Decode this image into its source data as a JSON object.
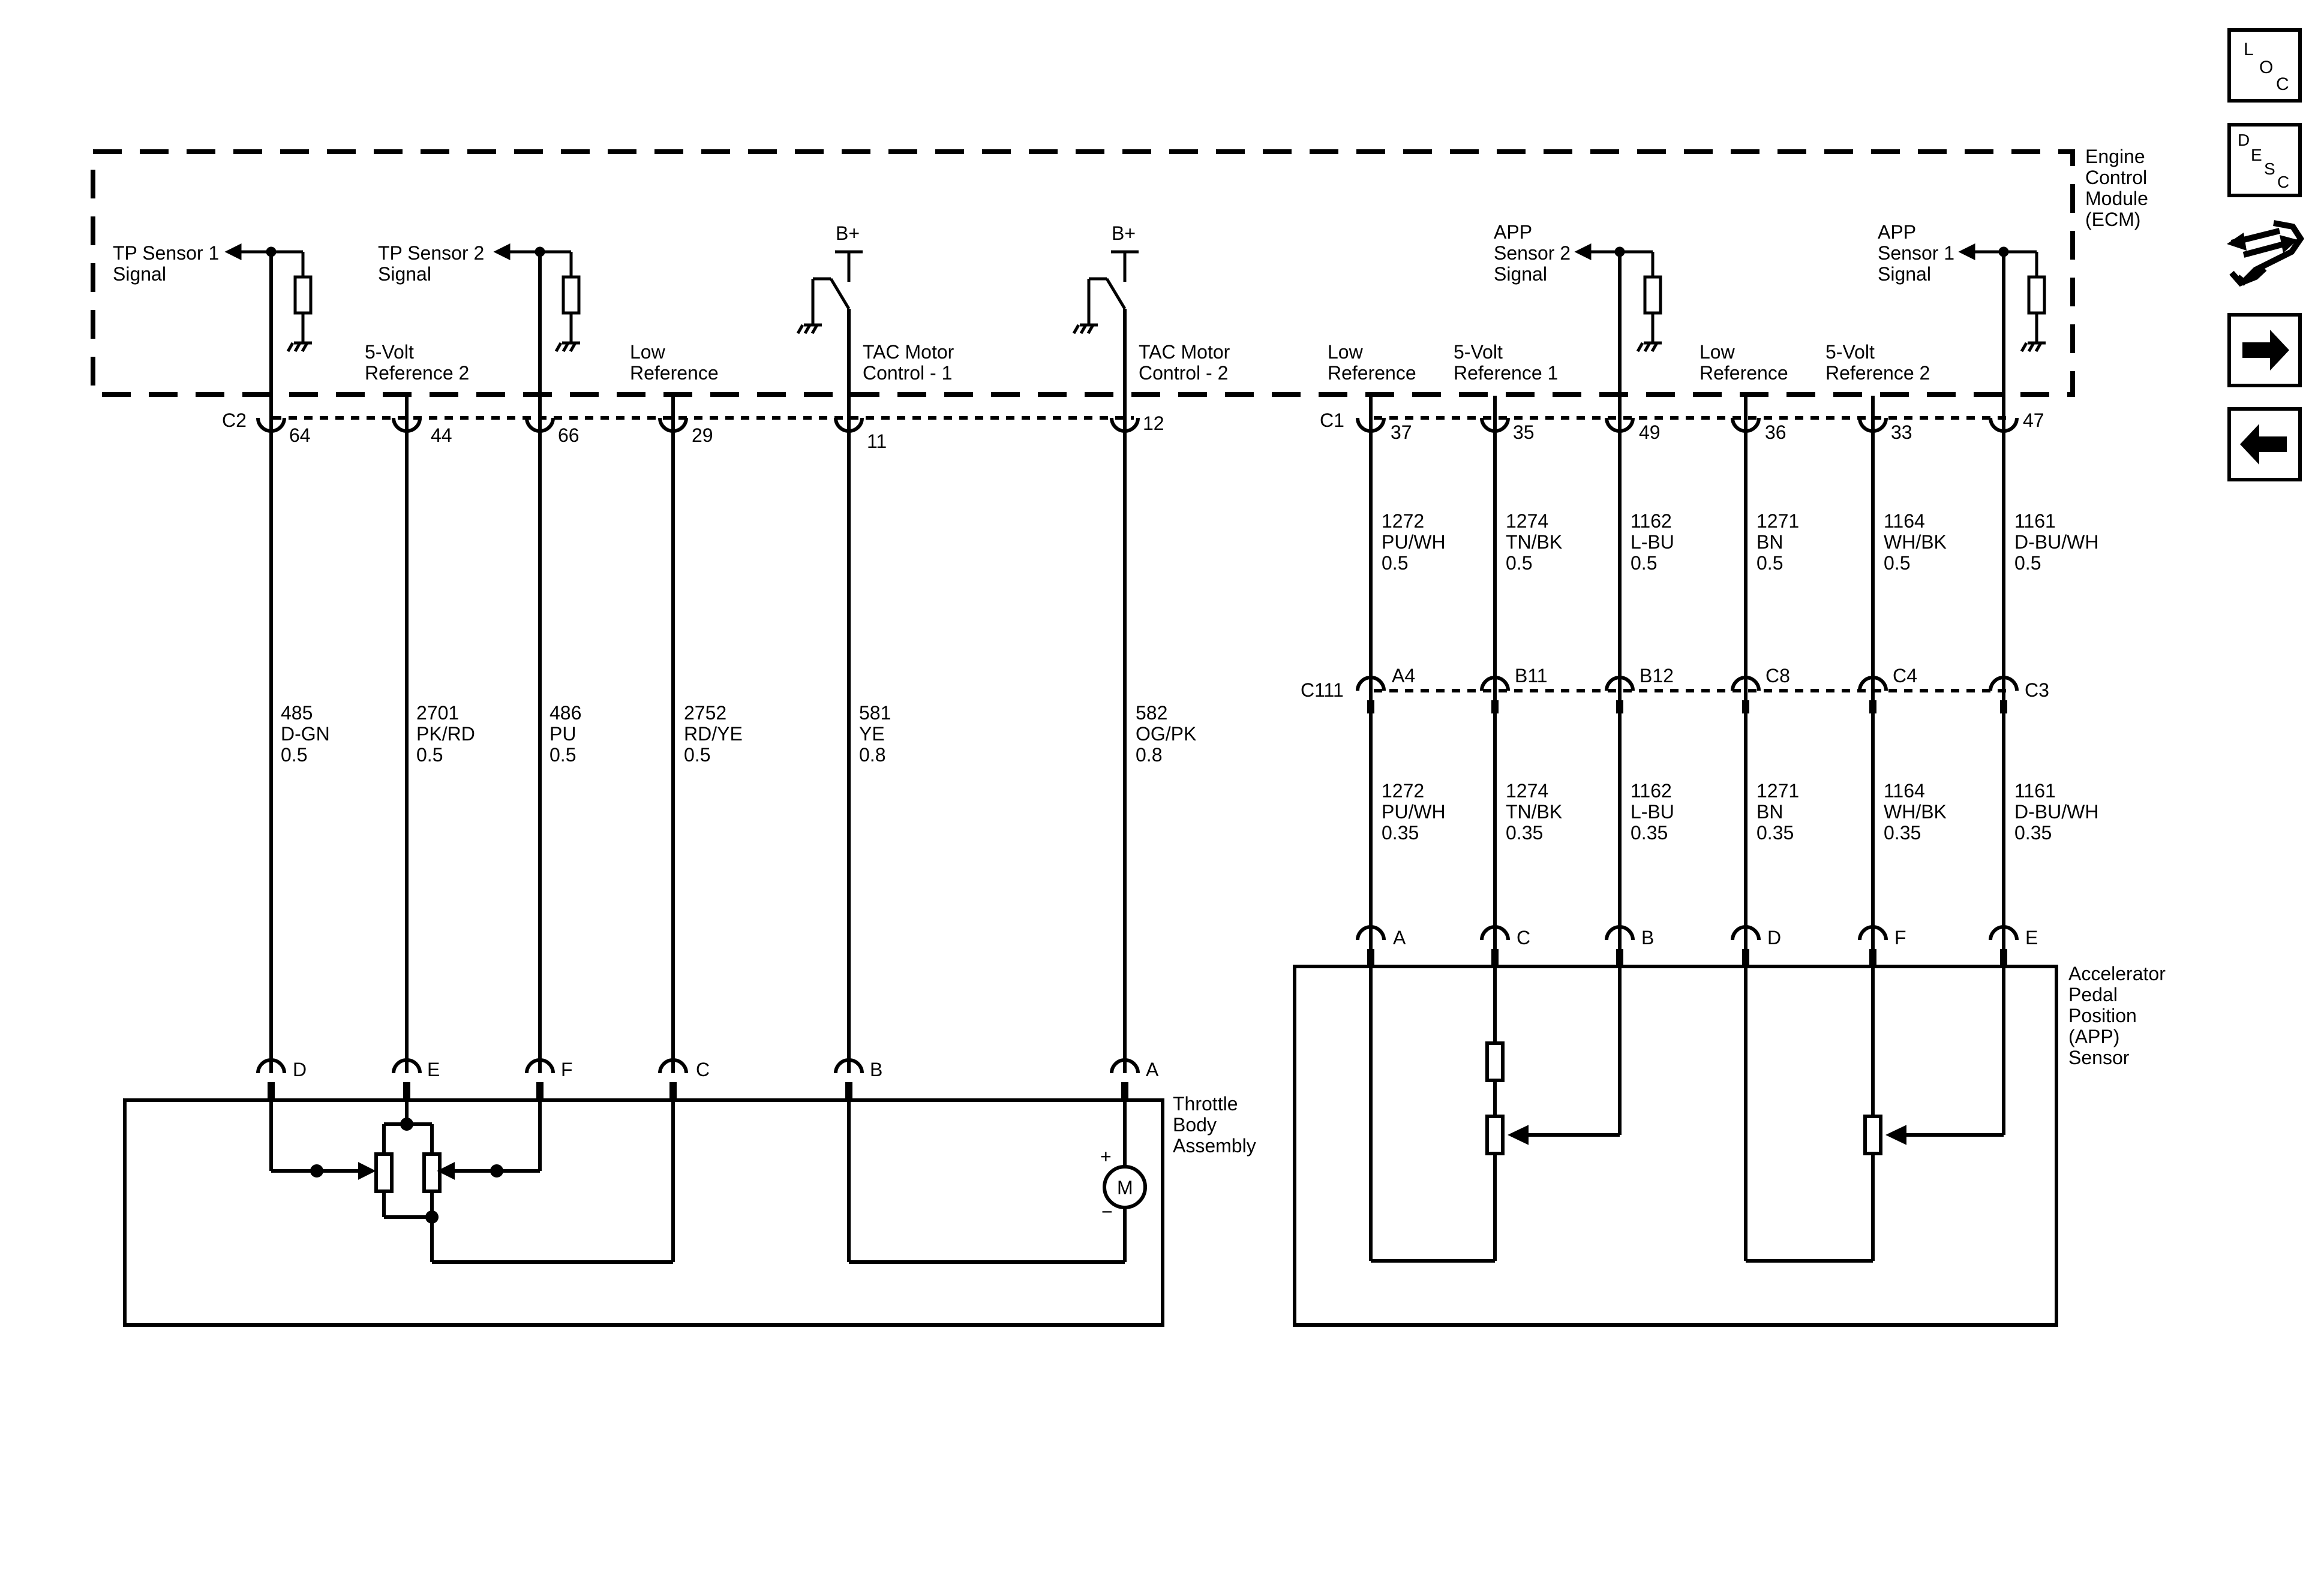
{
  "ecm": {
    "label": [
      "Engine",
      "Control",
      "Module",
      "(ECM)"
    ]
  },
  "supply": {
    "bplus": "B+"
  },
  "connectors": {
    "c2": "C2",
    "c1": "C1",
    "c111": "C111"
  },
  "ecm_pins_left": [
    {
      "id": "tp1",
      "pin": "64",
      "func": [
        "TP Sensor 1",
        "Signal"
      ],
      "circuit": [
        "485",
        "D-GN",
        "0.5"
      ],
      "comp_pin": "D"
    },
    {
      "id": "ref2",
      "pin": "44",
      "func": [
        "5-Volt",
        "Reference 2"
      ],
      "circuit": [
        "2701",
        "PK/RD",
        "0.5"
      ],
      "comp_pin": "E"
    },
    {
      "id": "tp2",
      "pin": "66",
      "func": [
        "TP Sensor 2",
        "Signal"
      ],
      "circuit": [
        "486",
        "PU",
        "0.5"
      ],
      "comp_pin": "F"
    },
    {
      "id": "low",
      "pin": "29",
      "func": [
        "Low",
        "Reference"
      ],
      "circuit": [
        "2752",
        "RD/YE",
        "0.5"
      ],
      "comp_pin": "C"
    },
    {
      "id": "tac1",
      "pin": "11",
      "func": [
        "TAC Motor",
        "Control - 1"
      ],
      "circuit": [
        "581",
        "YE",
        "0.8"
      ],
      "comp_pin": "B"
    },
    {
      "id": "tac2",
      "pin": "12",
      "func": [
        "TAC Motor",
        "Control - 2"
      ],
      "circuit": [
        "582",
        "OG/PK",
        "0.8"
      ],
      "comp_pin": "A"
    }
  ],
  "ecm_pins_right": [
    {
      "id": "low1",
      "pin": "37",
      "func": [
        "Low",
        "Reference"
      ],
      "upper_circuit": [
        "1272",
        "PU/WH",
        "0.5"
      ],
      "inline": "A4",
      "lower_circuit": [
        "1272",
        "PU/WH",
        "0.35"
      ],
      "comp_pin": "A"
    },
    {
      "id": "ref1",
      "pin": "35",
      "func": [
        "5-Volt",
        "Reference 1"
      ],
      "upper_circuit": [
        "1274",
        "TN/BK",
        "0.5"
      ],
      "inline": "B11",
      "lower_circuit": [
        "1274",
        "TN/BK",
        "0.35"
      ],
      "comp_pin": "C"
    },
    {
      "id": "app2",
      "pin": "49",
      "func": [
        "APP",
        "Sensor 2",
        "Signal"
      ],
      "upper_circuit": [
        "1162",
        "L-BU",
        "0.5"
      ],
      "inline": "B12",
      "lower_circuit": [
        "1162",
        "L-BU",
        "0.35"
      ],
      "comp_pin": "B"
    },
    {
      "id": "low2",
      "pin": "36",
      "func": [
        "Low",
        "Reference"
      ],
      "upper_circuit": [
        "1271",
        "BN",
        "0.5"
      ],
      "inline": "C8",
      "lower_circuit": [
        "1271",
        "BN",
        "0.35"
      ],
      "comp_pin": "D"
    },
    {
      "id": "ref2r",
      "pin": "33",
      "func": [
        "5-Volt",
        "Reference 2"
      ],
      "upper_circuit": [
        "1164",
        "WH/BK",
        "0.5"
      ],
      "inline": "C4",
      "lower_circuit": [
        "1164",
        "WH/BK",
        "0.35"
      ],
      "comp_pin": "F"
    },
    {
      "id": "app1",
      "pin": "47",
      "func": [
        "APP",
        "Sensor 1",
        "Signal"
      ],
      "upper_circuit": [
        "1161",
        "D-BU/WH",
        "0.5"
      ],
      "inline": "C3",
      "lower_circuit": [
        "1161",
        "D-BU/WH",
        "0.35"
      ],
      "comp_pin": "E"
    }
  ],
  "throttle_body": {
    "label": [
      "Throttle",
      "Body",
      "Assembly"
    ],
    "motor": "M",
    "plus": "+",
    "minus": "−"
  },
  "app_sensor": {
    "label": [
      "Accelerator",
      "Pedal",
      "Position",
      "(APP)",
      "Sensor"
    ]
  },
  "nav": {
    "loc": [
      "L",
      "O",
      "C"
    ],
    "desc": [
      "D",
      "E",
      "S",
      "C"
    ],
    "icons": [
      "connector-wrench-icon",
      "arrow-right-icon",
      "arrow-left-icon"
    ]
  }
}
